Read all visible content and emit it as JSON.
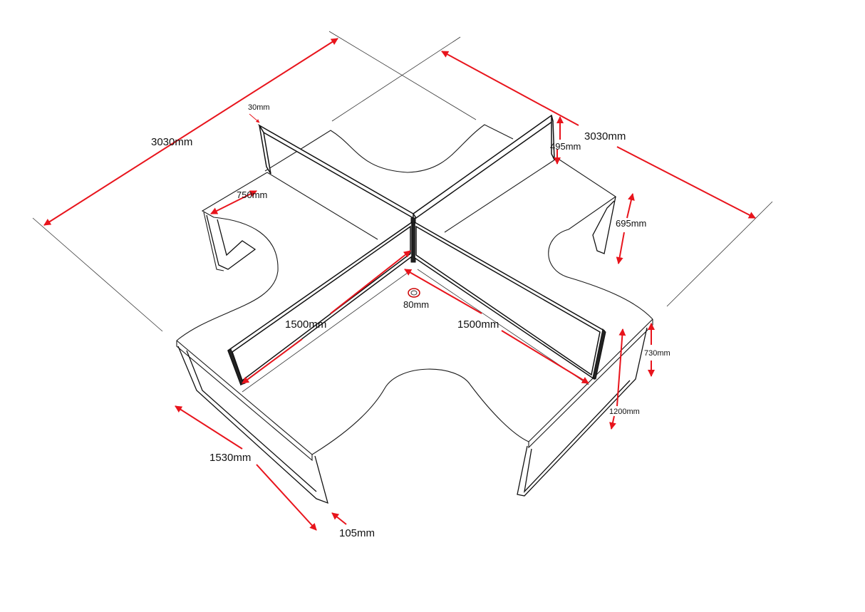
{
  "labels": {
    "width_left": "3030mm",
    "width_right": "3030mm",
    "screen_thickness": "30mm",
    "screen_height": "495mm",
    "wing_depth": "750mm",
    "cutout_depth": "695mm",
    "desk_left": "1500mm",
    "desk_right": "1500mm",
    "grommet": "80mm",
    "desk_height": "730mm",
    "total_height": "1200mm",
    "desk_length": "1530mm",
    "leg_width": "105mm"
  },
  "colors": {
    "dimension": "#e8141c",
    "line": "#1a1a1a"
  }
}
